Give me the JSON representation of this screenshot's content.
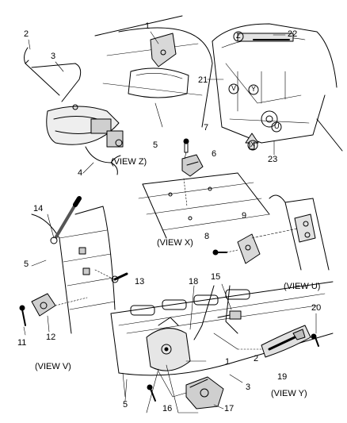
{
  "callouts": {
    "c1": "1",
    "c2": "2",
    "c3": "3",
    "c4": "4",
    "c5": "5",
    "c6": "6",
    "c7": "7",
    "c8": "8",
    "c9": "9",
    "c11": "11",
    "c12": "12",
    "c13": "13",
    "c14": "14",
    "c15": "15",
    "c16": "16",
    "c17": "17",
    "c18": "18",
    "c19": "19",
    "c20": "20",
    "c21": "21",
    "c22": "22",
    "c23": "23",
    "c1b": "1",
    "c2b": "2",
    "c3b": "3",
    "c5b": "5",
    "c5c": "5"
  },
  "views": {
    "z": "(VIEW Z)",
    "x": "(VIEW X)",
    "u": "(VIEW U)",
    "v": "(VIEW V)",
    "y": "(VIEW Y)"
  },
  "view_markers": {
    "z": "Z",
    "x": "X",
    "u": "U",
    "v": "V",
    "y": "Y"
  },
  "colors": {
    "ink": "#000000",
    "background": "#ffffff",
    "shade": "#bdbdbd"
  }
}
